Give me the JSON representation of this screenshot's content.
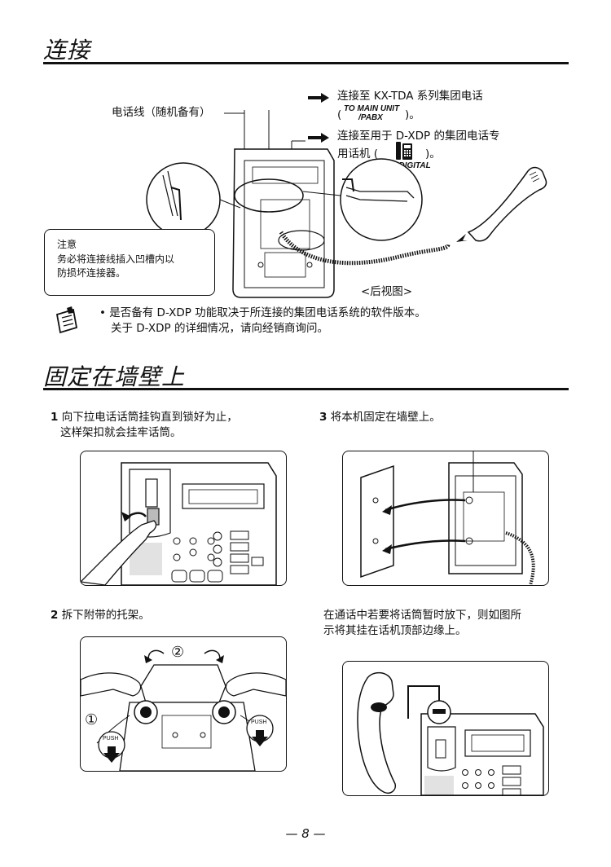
{
  "section1": {
    "title": "连接",
    "cable_label": "电话线（随机备有）",
    "arrow1_text": "连接至 KX-TDA 系列集团电话",
    "arrow1_open": "(",
    "arrow1_close": ")。",
    "port1_label_line1": "TO MAIN UNIT",
    "port1_label_line2": "/PABX",
    "arrow2_text_line1": "连接至用于 D-XDP 的集团电话专",
    "arrow2_text_line2": "用话机 (",
    "arrow2_close": ")。",
    "port2_label": "TO DIGITAL",
    "note_title": "注意",
    "note_line1": "务必将连接线插入凹槽内以",
    "note_line2": "防损坏连接器。",
    "rear_view": "<后视图>",
    "info_line1": "• 是否备有 D-XDP 功能取决于所连接的集团电话系统的软件版本。",
    "info_line2": "关于 D-XDP 的详细情况，请向经销商询问。"
  },
  "section2": {
    "title": "固定在墙壁上",
    "step1_num": "1",
    "step1_line1": "向下拉电话话筒挂钩直到锁好为止，",
    "step1_line2": "这样架扣就会挂牢话筒。",
    "step2_num": "2",
    "step2_text": "拆下附带的托架。",
    "step3_num": "3",
    "step3_text": "将本机固定在墙壁上。",
    "hang_line1": "在通话中若要将话筒暂时放下，则如图所",
    "hang_line2": "示将其挂在话机顶部边缘上。",
    "push_label": "PUSH",
    "circle1": "①",
    "circle2": "②"
  },
  "page_number": "— 8 —"
}
